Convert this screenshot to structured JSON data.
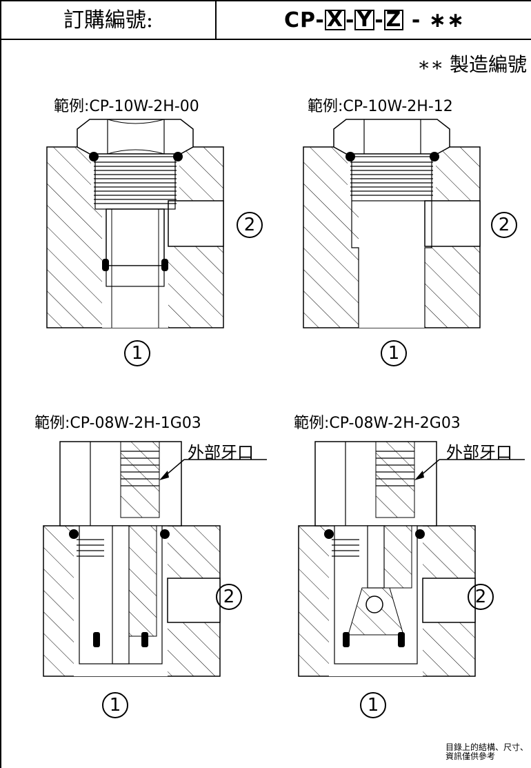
{
  "header": {
    "label": "訂購編號:",
    "code_prefix": "CP-",
    "code_x": "X",
    "code_y": "Y",
    "code_z": "Z",
    "sep": "-",
    "code_suffix": " - ∗∗"
  },
  "manufacturer_note": "∗∗ 製造編號",
  "examples": [
    {
      "label": "範例:CP-10W-2H-00",
      "port1": "1",
      "port2": "2"
    },
    {
      "label": "範例:CP-10W-2H-12",
      "port1": "1",
      "port2": "2"
    },
    {
      "label": "範例:CP-08W-2H-1G03",
      "port1": "1",
      "port2": "2",
      "thread_label": "外部牙口"
    },
    {
      "label": "範例:CP-08W-2H-2G03",
      "port1": "1",
      "port2": "2",
      "thread_label": "外部牙口"
    }
  ],
  "footer": {
    "line1": "目錄上的結構、尺寸、",
    "line2": "資訊僅供參考"
  }
}
